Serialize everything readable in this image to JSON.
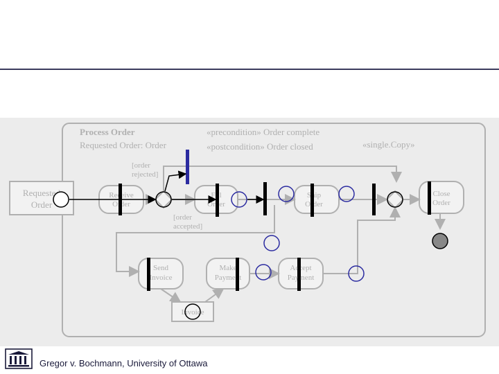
{
  "activity": {
    "title": "Process Order",
    "parameter": "Requested Order: Order",
    "precondition": "«precondition» Order complete",
    "postcondition": "«postcondition» Order closed",
    "stereotype": "«single.Copy»"
  },
  "guards": {
    "rejected_line1": "[order",
    "rejected_line2": "rejected]",
    "accepted_line1": "[order",
    "accepted_line2": "accepted]"
  },
  "nodes": {
    "requested_order_line1": "Requested",
    "requested_order_line2": "Order",
    "receive_order_line1": "Receive",
    "receive_order_line2": "Order",
    "fill_order_line1": "Fill",
    "fill_order_line2": "Order",
    "ship_order_line1": "Ship",
    "ship_order_line2": "Order",
    "close_order_line1": "Close",
    "close_order_line2": "Order",
    "send_invoice_line1": "Send",
    "send_invoice_line2": "Invoice",
    "make_payment_line1": "Make",
    "make_payment_line2": "Payment",
    "accept_payment_line1": "Accept",
    "accept_payment_line2": "Payment",
    "invoice": "Invoice"
  },
  "footer": {
    "credit": "Gregor v. Bochmann, University of Ottawa"
  },
  "colors": {
    "overlay_blue": "#2b2ba0",
    "overlay_black": "#000000",
    "faded": "#b0b0b0",
    "final_fill": "#888888"
  }
}
